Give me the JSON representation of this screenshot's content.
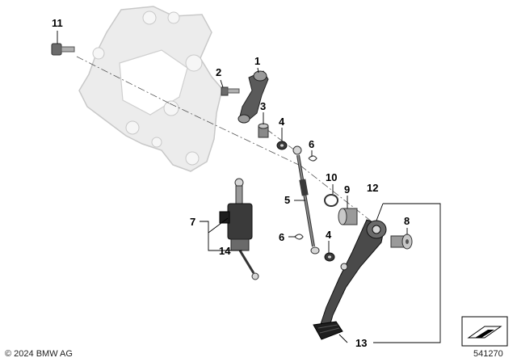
{
  "callouts": {
    "c1": "1",
    "c2": "2",
    "c3": "3",
    "c4a": "4",
    "c4b": "4",
    "c5": "5",
    "c6a": "6",
    "c6b": "6",
    "c7": "7",
    "c8": "8",
    "c9": "9",
    "c10": "10",
    "c11": "11",
    "c12": "12",
    "c13": "13",
    "c14": "14"
  },
  "footer": {
    "copyright": "© 2024 BMW AG",
    "diagram_number": "541270"
  },
  "colors": {
    "bracket_fill": "#ececec",
    "bracket_stroke": "#c8c8c8",
    "part_dark": "#3a3a3a",
    "part_mid": "#9a9a9a",
    "part_light": "#d6d6d6",
    "leader": "#000000"
  }
}
